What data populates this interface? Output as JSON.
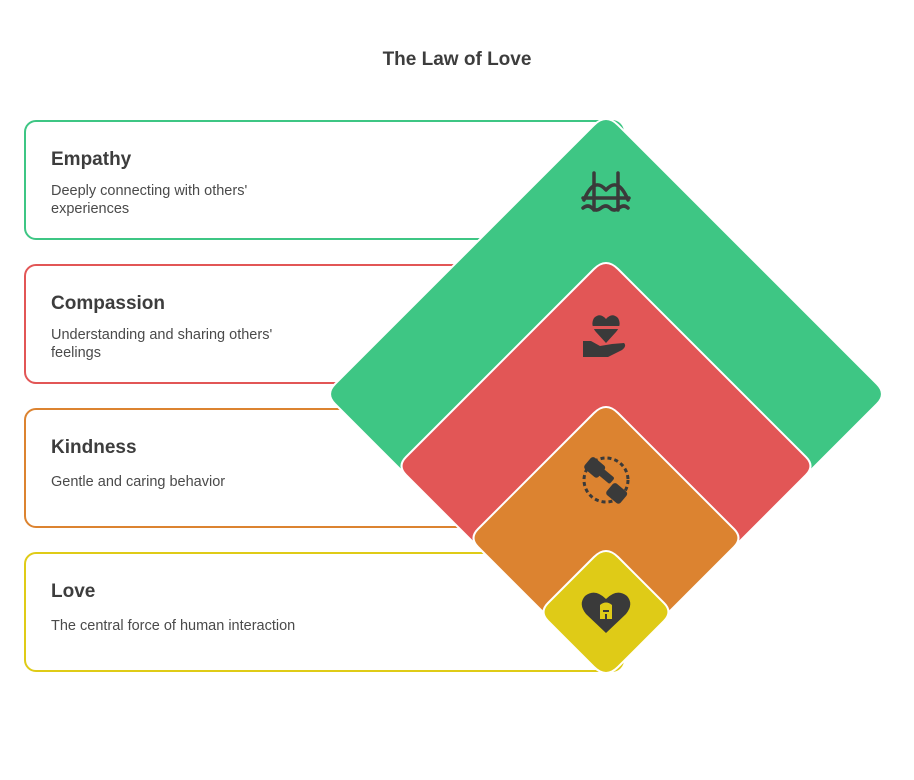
{
  "title": "The Law of Love",
  "layers": [
    {
      "heading": "Empathy",
      "description": "Deeply connecting with others' experiences",
      "color": "#3ec684",
      "icon": "bridge-icon"
    },
    {
      "heading": "Compassion",
      "description": "Understanding and sharing others' feelings",
      "color": "#e25656",
      "icon": "heart-hand-icon"
    },
    {
      "heading": "Kindness",
      "description": "Gentle and caring behavior",
      "color": "#dc8330",
      "icon": "handshake-icon"
    },
    {
      "heading": "Love",
      "description": "The central force of human interaction",
      "color": "#dfcb17",
      "icon": "heart-building-icon"
    }
  ]
}
